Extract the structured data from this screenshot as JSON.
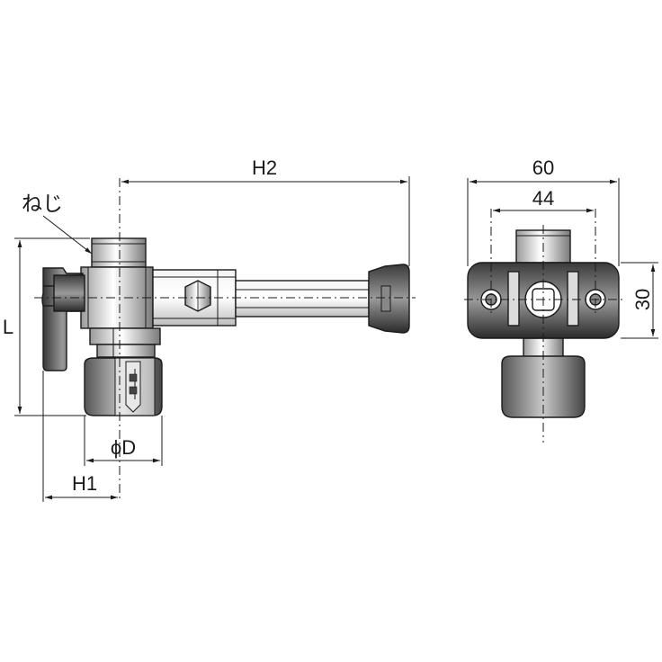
{
  "labels": {
    "h2": "H2",
    "h1": "H1",
    "phi_d": "ϕD",
    "l": "L",
    "thread": "ねじ",
    "width_60": "60",
    "width_44": "44",
    "height_30": "30"
  }
}
